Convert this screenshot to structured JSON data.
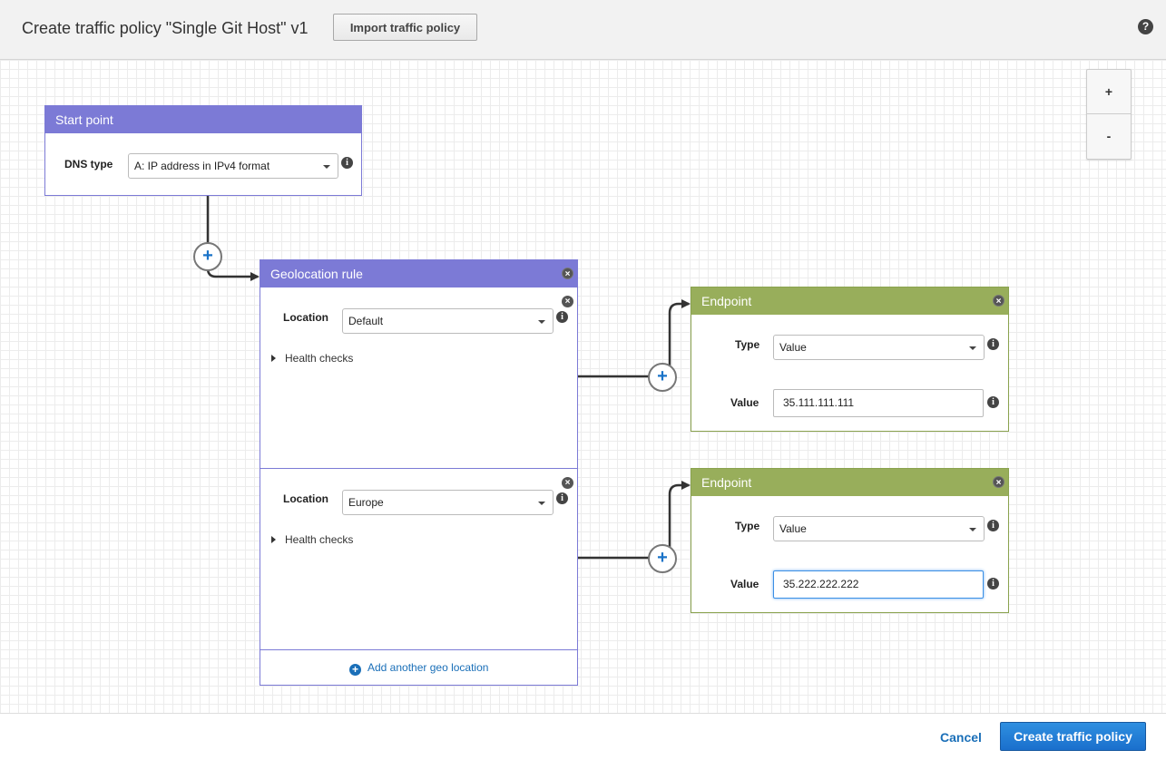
{
  "header": {
    "title": "Create traffic policy \"Single Git Host\" v1",
    "import_label": "Import traffic policy",
    "help_glyph": "?"
  },
  "zoom": {
    "in_label": "+",
    "out_label": "-"
  },
  "start_point": {
    "title": "Start point",
    "dns_type_label": "DNS type",
    "dns_type_value": "A: IP address in IPv4 format"
  },
  "geolocation_rule": {
    "title": "Geolocation rule",
    "rules": [
      {
        "location_label": "Location",
        "location_value": "Default",
        "health_label": "Health checks"
      },
      {
        "location_label": "Location",
        "location_value": "Europe",
        "health_label": "Health checks"
      }
    ],
    "add_label": "Add another geo location"
  },
  "endpoints": [
    {
      "title": "Endpoint",
      "type_label": "Type",
      "type_value": "Value",
      "value_label": "Value",
      "value_value": "35.111.111.111"
    },
    {
      "title": "Endpoint",
      "type_label": "Type",
      "type_value": "Value",
      "value_label": "Value",
      "value_value": "35.222.222.222"
    }
  ],
  "footer": {
    "cancel_label": "Cancel",
    "create_label": "Create traffic policy"
  },
  "colors": {
    "rule_header": "#7c7ad6",
    "endpoint_header": "#98ae5b",
    "primary_button": "#1a73c8",
    "link": "#1a6fb8"
  }
}
